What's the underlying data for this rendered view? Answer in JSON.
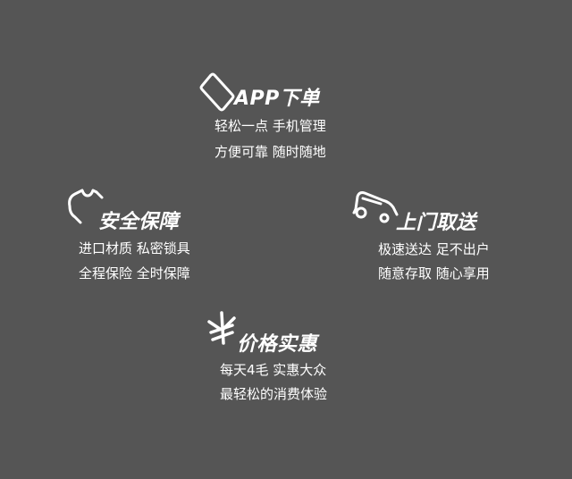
{
  "colors": {
    "background": "#555555",
    "text": "#ffffff"
  },
  "features": [
    {
      "icon": "phone-icon",
      "title": "APP下单",
      "lines": [
        "轻松一点 手机管理",
        "方便可靠 随时随地"
      ]
    },
    {
      "icon": "shirt-icon",
      "title": "安全保障",
      "lines": [
        "进口材质 私密锁具",
        "全程保险 全时保障"
      ]
    },
    {
      "icon": "car-icon",
      "title": "上门取送",
      "lines": [
        "极速送达 足不出户",
        "随意存取 随心享用"
      ]
    },
    {
      "icon": "yen-icon",
      "title": "价格实惠",
      "lines": [
        "每天4毛 实惠大众",
        "最轻松的消费体验"
      ]
    }
  ]
}
